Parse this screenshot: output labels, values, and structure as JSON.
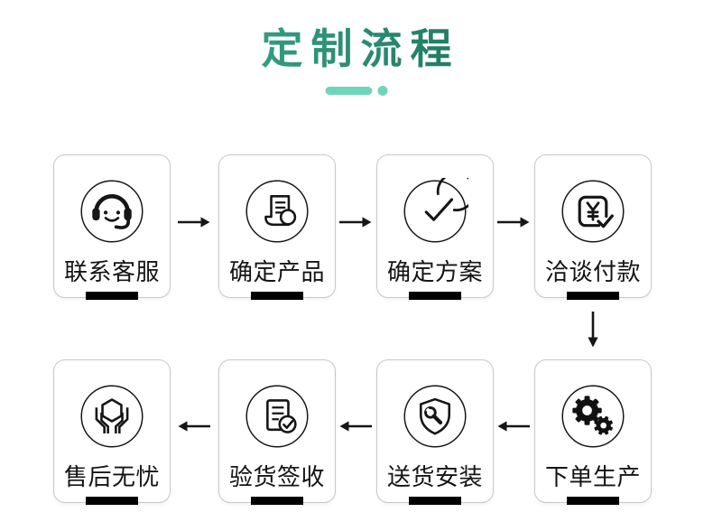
{
  "header": {
    "title": "定制流程",
    "title_gradient_start": "#41b198",
    "title_gradient_end": "#14684f",
    "underline_accent_color": "#6fd5ba"
  },
  "steps": [
    {
      "index": 1,
      "label": "联系客服",
      "icon": "headset-smile-icon"
    },
    {
      "index": 2,
      "label": "确定产品",
      "icon": "document-magnifier-icon"
    },
    {
      "index": 3,
      "label": "确定方案",
      "icon": "check-circle-icon"
    },
    {
      "index": 4,
      "label": "洽谈付款",
      "icon": "yuan-payment-check-icon"
    },
    {
      "index": 5,
      "label": "下单生产",
      "icon": "gears-icon"
    },
    {
      "index": 6,
      "label": "送货安装",
      "icon": "shield-wrench-icon"
    },
    {
      "index": 7,
      "label": "验货签收",
      "icon": "document-check-icon"
    },
    {
      "index": 8,
      "label": "售后无忧",
      "icon": "hands-hexagon-icon"
    }
  ],
  "flow": {
    "row1_order": [
      1,
      2,
      3,
      4
    ],
    "row1_direction": "left-to-right",
    "row2_order": [
      5,
      6,
      7,
      8
    ],
    "row2_direction": "right-to-left",
    "row_link": "step 4 down to step 5",
    "connector_color": "#161616"
  }
}
